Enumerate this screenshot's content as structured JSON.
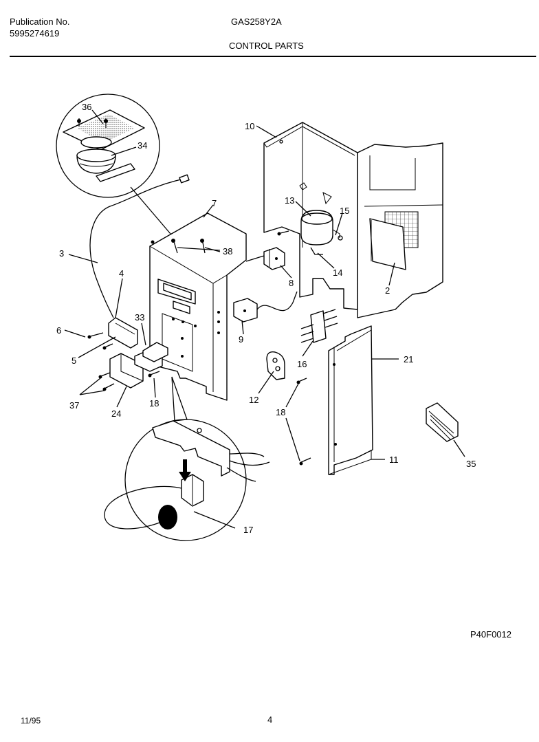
{
  "header": {
    "publication_label": "Publication No.",
    "publication_number": "5995274619",
    "model": "GAS258Y2A",
    "section_title": "CONTROL PARTS"
  },
  "diagram_code": "P40F0012",
  "footer": {
    "date": "11/95",
    "page_number": "4"
  },
  "callouts": {
    "c36": "36",
    "c34": "34",
    "c10": "10",
    "c7": "7",
    "c13": "13",
    "c15": "15",
    "c3": "3",
    "c38": "38",
    "c4": "4",
    "c8": "8",
    "c14": "14",
    "c2": "2",
    "c33": "33",
    "c6": "6",
    "c9": "9",
    "c5": "5",
    "c16": "16",
    "c21": "21",
    "c37": "37",
    "c24": "24",
    "c18a": "18",
    "c12": "12",
    "c18b": "18",
    "c11": "11",
    "c35": "35",
    "c17": "17"
  }
}
